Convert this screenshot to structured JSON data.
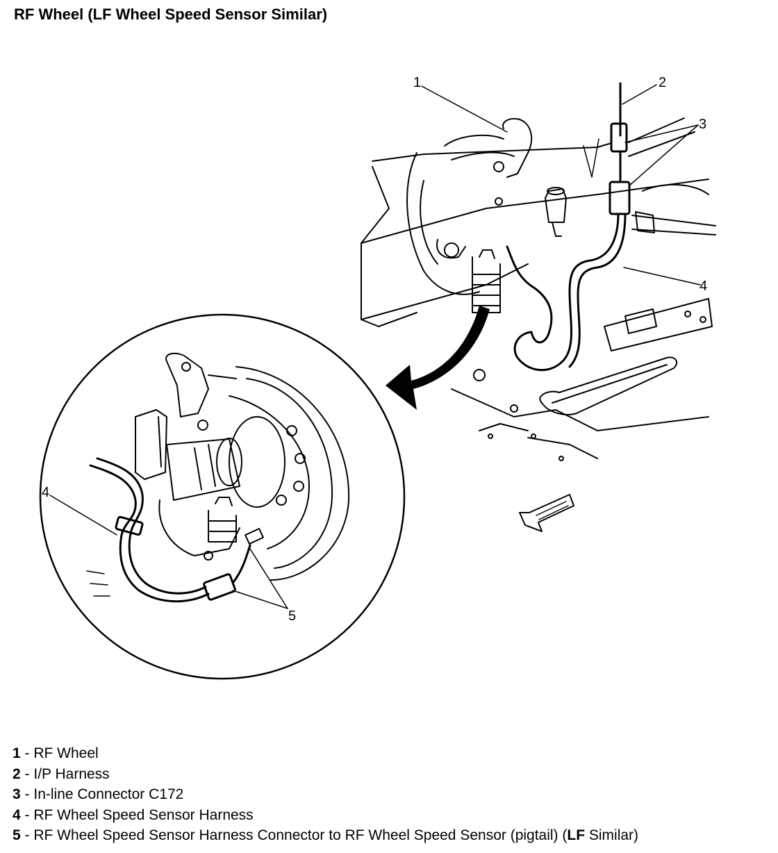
{
  "title": "RF Wheel (LF Wheel Speed Sensor Similar)",
  "callouts": [
    "1",
    "2",
    "3",
    "4",
    "5"
  ],
  "legend": [
    {
      "num": "1",
      "sep": " - ",
      "text": "RF Wheel"
    },
    {
      "num": "2",
      "sep": " - ",
      "text": "I/P Harness"
    },
    {
      "num": "3",
      "sep": " - ",
      "text": "In-line Connector C172"
    },
    {
      "num": "4",
      "sep": " - ",
      "text": "RF Wheel Speed Sensor Harness"
    },
    {
      "num": "5",
      "sep": " - ",
      "text": "RF Wheel Speed Sensor Harness Connector to RF Wheel Speed Sensor (pigtail) (",
      "bold": "LF",
      "tail": " Similar)"
    }
  ]
}
